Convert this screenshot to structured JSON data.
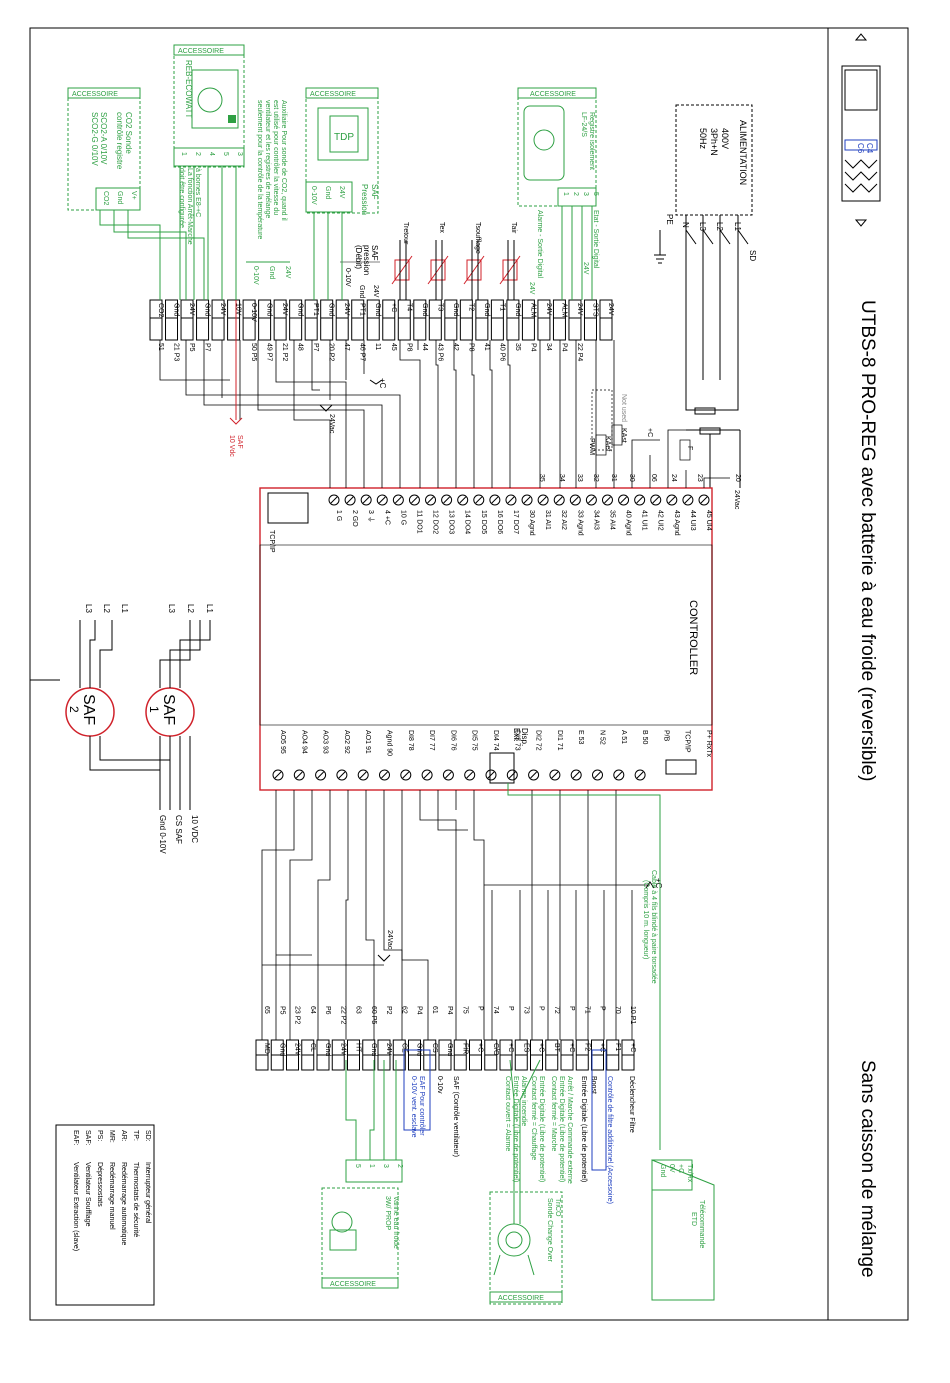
{
  "title": {
    "main": "UTBS-8 PRO-REG  avec batterie à eau froide (reversible)",
    "sub": "Sans caisson de mélange"
  },
  "alimentation": {
    "title": "ALIMENTATION",
    "lines": [
      "400V",
      "3Ph+N",
      "50Hz"
    ],
    "phases": [
      "L1",
      "L2",
      "L3",
      "N"
    ],
    "pe": "PE",
    "sd": "SD",
    "breaker": [
      "C4",
      "C6"
    ]
  },
  "controller": {
    "label": "CONTROLLER",
    "tcpip": "TCP/IP",
    "ext_disp": [
      "Ext.",
      "Disp."
    ],
    "top_terminals": [
      "1 G",
      "2 GO",
      "3 ⏚",
      "4 +C",
      "10 G",
      "11 DO1",
      "12 DO2",
      "13 DO3",
      "14 DO4",
      "15 DO5",
      "16 DO6",
      "17 DO7",
      "30 Agnd",
      "31 AI1",
      "32 AI2",
      "33 Agnd",
      "34 AI3",
      "35 AI4",
      "40 Agnd",
      "41 UI1",
      "42 UI2",
      "43 Agnd",
      "44 UI3",
      "45 UI4"
    ],
    "bottom_terminals": [
      "P+ RxTx",
      "TCP/IP",
      "P/B",
      "B 50",
      "A 51",
      "N 52",
      "E 53",
      "DI1 71",
      "DI2 72",
      "DI3 73",
      "DI4 74",
      "DI5 75",
      "DI6 76",
      "DI7 77",
      "DI8 78",
      "Agnd 90",
      "AO1 91",
      "AO2 92",
      "AO3 93",
      "AO4 94",
      "AO5 95"
    ],
    "top_numbers": [
      "20",
      "23",
      "24",
      "06",
      "30",
      "31",
      "32",
      "33",
      "34",
      "35"
    ]
  },
  "top_terminal_rows": [
    {
      "num": "51",
      "pin": "CO2"
    },
    {
      "num": "21 P3",
      "pin": "Gnd"
    },
    {
      "num": "P5",
      "pin": "24V"
    },
    {
      "num": "P7",
      "pin": "Gnd"
    },
    {
      "num": "",
      "pin": "24V"
    },
    {
      "num": "",
      "pin": "10V"
    },
    {
      "num": "50 P5",
      "pin": "0-10V"
    },
    {
      "num": "49 P7",
      "pin": "Gnd"
    },
    {
      "num": "21 P2",
      "pin": "24V"
    },
    {
      "num": "48",
      "pin": "Gnd"
    },
    {
      "num": "P7",
      "pin": "PT1"
    },
    {
      "num": "20 P2",
      "pin": "Gnd"
    },
    {
      "num": "47",
      "pin": "24V"
    },
    {
      "num": "46 P7",
      "pin": "PT1"
    },
    {
      "num": "11",
      "pin": "Gnd"
    },
    {
      "num": "45",
      "pin": "+C"
    },
    {
      "num": "P8",
      "pin": "T4"
    },
    {
      "num": "44",
      "pin": "Gnd"
    },
    {
      "num": "43 P6",
      "pin": "T3"
    },
    {
      "num": "42",
      "pin": "Gnd"
    },
    {
      "num": "P8",
      "pin": "T2"
    },
    {
      "num": "41",
      "pin": "Gnd"
    },
    {
      "num": "40 P6",
      "pin": "T1"
    },
    {
      "num": "35",
      "pin": "Gnd"
    },
    {
      "num": "P4",
      "pin": "ALM"
    },
    {
      "num": "34",
      "pin": "24V"
    },
    {
      "num": "P4",
      "pin": "ALM"
    },
    {
      "num": "22 P4",
      "pin": "24V"
    },
    {
      "num": "",
      "pin": "STS"
    },
    {
      "num": "",
      "pin": "24V"
    }
  ],
  "bottom_terminal_rows": [
    {
      "num": "65",
      "pin": "MD"
    },
    {
      "num": "P5",
      "pin": "Gnd"
    },
    {
      "num": "23 P2",
      "pin": "24V"
    },
    {
      "num": "64",
      "pin": "CL"
    },
    {
      "num": "P6",
      "pin": "Gnd"
    },
    {
      "num": "22 P2",
      "pin": "24V"
    },
    {
      "num": "63",
      "pin": "HT"
    },
    {
      "num": "60 P5",
      "pin": "Gnd"
    },
    {
      "num": "P2",
      "pin": "24V"
    },
    {
      "num": "62",
      "pin": "CE"
    },
    {
      "num": "P4",
      "pin": "Gnd"
    },
    {
      "num": "61",
      "pin": "CS"
    },
    {
      "num": "P4",
      "pin": "Gnd"
    },
    {
      "num": "75",
      "pin": "FIR"
    },
    {
      "num": "P",
      "pin": "+C"
    },
    {
      "num": "74",
      "pin": "C/O"
    },
    {
      "num": "P",
      "pin": "+C"
    },
    {
      "num": "73",
      "pin": "ES"
    },
    {
      "num": "P",
      "pin": "+C"
    },
    {
      "num": "72",
      "pin": "BT"
    },
    {
      "num": "P",
      "pin": "+C"
    },
    {
      "num": "71",
      "pin": "F2"
    },
    {
      "num": "P",
      "pin": "+C"
    },
    {
      "num": "70",
      "pin": "F1"
    },
    {
      "num": "10 P1",
      "pin": "+C"
    }
  ],
  "accessories": {
    "tag": "ACCESSOIRE",
    "co2": {
      "title": "CO2  Sonde",
      "subtitle": "contrôle registre",
      "models": [
        "SCO2-A  0/10V",
        "SCO2-G 0/10V"
      ],
      "pins": [
        "V+",
        "Gnd",
        "CO2"
      ]
    },
    "reb": {
      "title": "REB-ECOWATT",
      "pins": [
        "1",
        "2",
        "4",
        "5",
        "3"
      ],
      "notes": [
        "à bornes E8-+C",
        "La fonction Arrêt-Marche",
        "doit être configurée"
      ]
    },
    "tdp": {
      "title": "TDP",
      "label": [
        "SAF",
        "Pression"
      ],
      "pins": [
        "0-10V",
        "Gnd",
        "24V"
      ],
      "note": [
        "Auxiliaire  Pour sonde de CO2, quand il",
        "est utilisé pour contrôler la vitesse du",
        "ventilateur et les registres de mélange",
        "seulement pour la contrôle de la température"
      ]
    },
    "lf": {
      "title": "LF-24/S",
      "subtitle": "Registre isolement",
      "pins": [
        "1",
        "2",
        "3",
        "5"
      ],
      "notes": [
        "Etat - Sortie Digital",
        "Alarme - Sortie Digital"
      ]
    },
    "thermo": {
      "title": [
        "TriCO",
        "Sonde Change Over"
      ],
      "note": [
        "Entrée Digitale (Libre de potentiel)",
        "Contact fermé = Chauffage"
      ]
    },
    "vanne": {
      "title": [
        "Vanne eau froide",
        "3W/ PROP"
      ],
      "pins": [
        "2",
        "3",
        "1",
        "5"
      ]
    },
    "etd": {
      "title": [
        "Télécommande",
        "ETD"
      ],
      "pins": [
        "Tx/Rx",
        "+C",
        "0V",
        "Gnd"
      ],
      "cable": [
        "Cable à 4 fils blindé à paire torsadée",
        "(Compris 10 m. longueur)"
      ]
    }
  },
  "sensors": [
    "Tretour",
    "Tex",
    "Tsoufflage",
    "Tair"
  ],
  "labels": {
    "saf_pression": [
      "SAF",
      "pression",
      "(Débit)"
    ],
    "saf_10vdc": [
      "SAF",
      "10 Vdc"
    ],
    "c24": "24Vac",
    "plus_c": "+C",
    "not_used": "Not used",
    "kaef": "KAef",
    "kast": "KAst",
    "pwm": "PWM",
    "f": "F",
    "saf_out": [
      "10 VDC",
      "CS SAF",
      "Gnd 0-10V"
    ],
    "right_notes": [
      "Déclencheur Filtre",
      "Contrôle de filtre additionnel (Accessoire)",
      "Boost",
      "Entrée Digitale (Libre de potentiel)",
      "Arrêt / Marche  Commande externe",
      "Entrée Digitale (Libre de potentiel)",
      "Contact fermé = Marche",
      "Entrée Digitale (Libre de potentiel)",
      "Contact fermé = Chauffage",
      "Alarme incendie",
      "Entrée Digitale (Libre de potentiel)",
      "Contact ouvert = Alarme",
      "SAF (Contrôle ventilateur)",
      "0-10v",
      "EAF  Pour contrôler",
      "0-10V  vent. esclave"
    ]
  },
  "fans": [
    {
      "name": "SAF",
      "num": "1",
      "phases": [
        "L1",
        "L2",
        "L3"
      ]
    },
    {
      "name": "SAF",
      "num": "2",
      "phases": [
        "L1",
        "L2",
        "L3"
      ]
    }
  ],
  "legend": [
    {
      "abbr": "SD:",
      "desc": "Interrupteur général"
    },
    {
      "abbr": "TP:",
      "desc": "Thermostats de sécurité"
    },
    {
      "abbr": "AR:",
      "desc": "Redémarrage automatique"
    },
    {
      "abbr": "MR:",
      "desc": "Redémarrage manuel"
    },
    {
      "abbr": "PS:",
      "desc": "Dépressostats"
    },
    {
      "abbr": "SAF:",
      "desc": "Ventilateur Soufflage"
    },
    {
      "abbr": "EAF:",
      "desc": "Ventilateur Extraction (slave)"
    }
  ],
  "colors": {
    "green": "#2ea043",
    "red": "#d0212a",
    "blue": "#1f3fbf",
    "line": "#000000"
  }
}
